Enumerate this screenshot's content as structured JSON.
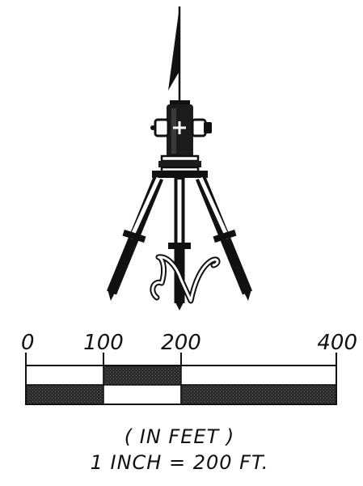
{
  "north_symbol": {
    "letter": "N",
    "flag_icon": "flag-icon",
    "instrument_icon": "surveyor-transit-icon"
  },
  "scale_bar": {
    "ticks": [
      {
        "value": 0,
        "label": "0"
      },
      {
        "value": 100,
        "label": "100"
      },
      {
        "value": 200,
        "label": "200"
      },
      {
        "value": 400,
        "label": "400"
      }
    ],
    "max": 400,
    "top_row_fill": [
      "white",
      "dark",
      "white"
    ],
    "bottom_row_fill": [
      "dark",
      "white",
      "dark"
    ],
    "dark_color": "#2a2a2a"
  },
  "caption": {
    "units": "( IN FEET )",
    "ratio": "1 INCH = 200 FT."
  }
}
